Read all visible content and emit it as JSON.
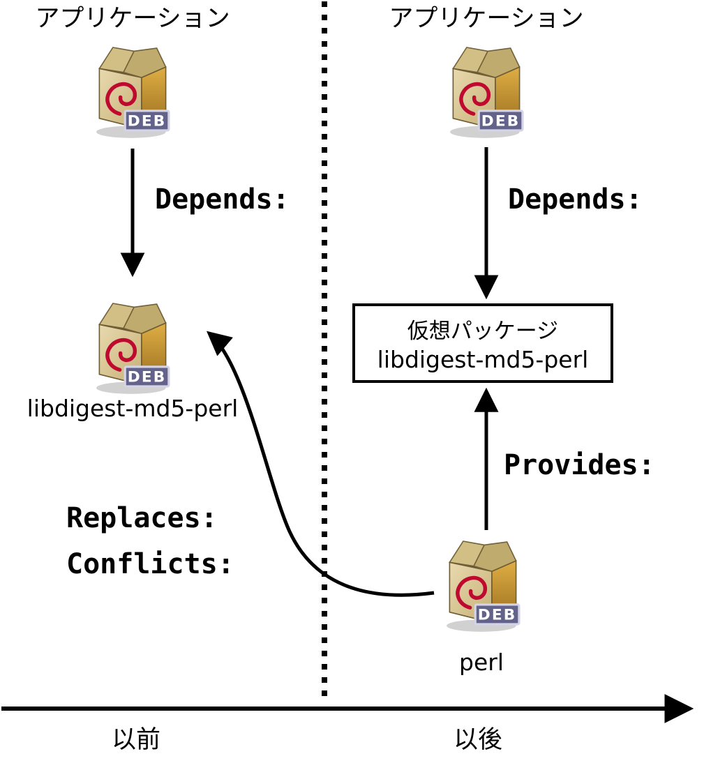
{
  "diagram": {
    "left_panel": {
      "app_label": "アプリケーション",
      "depends_label": "Depends:",
      "package_name": "libdigest-md5-perl",
      "replaces_label": "Replaces:",
      "conflicts_label": "Conflicts:",
      "era_label": "以前"
    },
    "right_panel": {
      "app_label": "アプリケーション",
      "depends_label": "Depends:",
      "virtual_package_line1": "仮想パッケージ",
      "virtual_package_line2": "libdigest-md5-perl",
      "provides_label": "Provides:",
      "package_name": "perl",
      "era_label": "以後"
    },
    "icons": {
      "deb_badge": "DEB"
    },
    "colors": {
      "arrow": "#000000",
      "swirl": "#bf0a30",
      "badge_bg": "#62628a",
      "box_front": "#dccb9d",
      "box_side": "#c2912c"
    }
  }
}
